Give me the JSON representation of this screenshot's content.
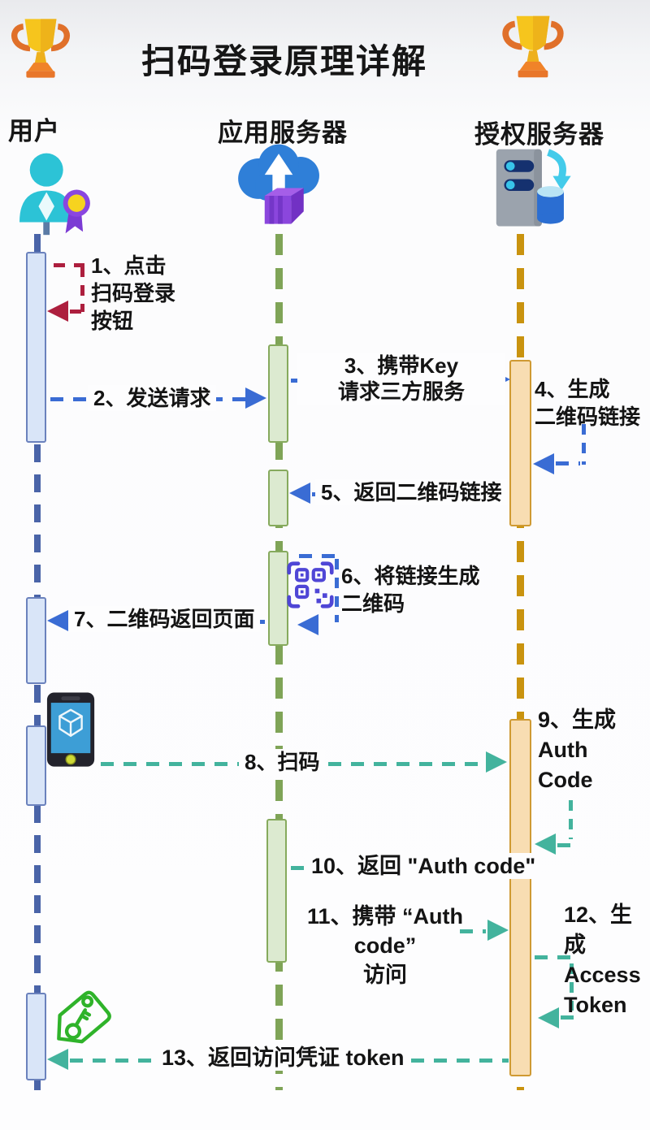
{
  "title": "扫码登录原理详解",
  "decorations": {
    "trophy_left": "trophy-icon",
    "trophy_right": "trophy-icon"
  },
  "actors": [
    {
      "label": "用户",
      "icon": "user-badge-icon",
      "lifeline_color": "#4a64a8",
      "bar_fill": "#d9e5f8"
    },
    {
      "label": "应用服务器",
      "icon": "cloud-upload-container-icon",
      "lifeline_color": "#7fa457",
      "bar_fill": "#dcead0"
    },
    {
      "label": "授权服务器",
      "icon": "server-database-icon",
      "lifeline_color": "#c9930f",
      "bar_fill": "#f8ddb2"
    }
  ],
  "messages": [
    {
      "step": 1,
      "label": "1、点击\n扫码登录\n按钮",
      "from": "用户",
      "to": "用户",
      "kind": "self",
      "color": "#ad1f3e"
    },
    {
      "step": 2,
      "label": "2、发送请求",
      "from": "用户",
      "to": "应用服务器",
      "kind": "right",
      "color": "#3a6cd4"
    },
    {
      "step": 3,
      "label": "3、携带Key\n请求三方服务",
      "from": "应用服务器",
      "to": "授权服务器",
      "kind": "right",
      "color": "#3a6cd4"
    },
    {
      "step": 4,
      "label": "4、生成\n二维码链接",
      "from": "授权服务器",
      "to": "授权服务器",
      "kind": "self",
      "color": "#3a6cd4"
    },
    {
      "step": 5,
      "label": "5、返回二维码链接",
      "from": "授权服务器",
      "to": "应用服务器",
      "kind": "left",
      "color": "#3a6cd4"
    },
    {
      "step": 6,
      "label": "6、将链接生成\n二维码",
      "from": "应用服务器",
      "to": "应用服务器",
      "kind": "self",
      "color": "#3a6cd4",
      "icon": "qr-code-icon"
    },
    {
      "step": 7,
      "label": "7、二维码返回页面",
      "from": "应用服务器",
      "to": "用户",
      "kind": "left",
      "color": "#3a6cd4"
    },
    {
      "step": 8,
      "label": "8、扫码",
      "from": "用户",
      "to": "授权服务器",
      "kind": "right",
      "color": "#43b39d",
      "icon": "smartphone-icon"
    },
    {
      "step": 9,
      "label": "9、生成\nAuth\nCode",
      "from": "授权服务器",
      "to": "授权服务器",
      "kind": "self",
      "color": "#43b39d"
    },
    {
      "step": 10,
      "label": "10、返回 \"Auth code\"",
      "from": "授权服务器",
      "to": "应用服务器",
      "kind": "left",
      "color": "#43b39d"
    },
    {
      "step": 11,
      "label": "11、携带 “Auth code”\n访问",
      "from": "应用服务器",
      "to": "授权服务器",
      "kind": "right",
      "color": "#43b39d"
    },
    {
      "step": 12,
      "label": "12、生成\nAccess\nToken",
      "from": "授权服务器",
      "to": "授权服务器",
      "kind": "self",
      "color": "#43b39d"
    },
    {
      "step": 13,
      "label": "13、返回访问凭证 token",
      "from": "授权服务器",
      "to": "用户",
      "kind": "left",
      "color": "#43b39d",
      "icon": "key-tag-icon"
    }
  ],
  "colors": {
    "arrow_blue": "#3a6cd4",
    "arrow_teal": "#43b39d",
    "arrow_crimson": "#ad1f3e",
    "user_lifeline": "#4a64a8",
    "app_lifeline": "#7fa457",
    "auth_lifeline": "#c9930f",
    "background_top": "#e9eaed",
    "background": "#fdfdfe"
  }
}
